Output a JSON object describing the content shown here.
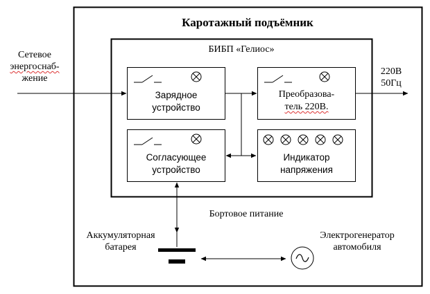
{
  "title": "Каротажный подъёмник",
  "bibp_label": "БИБП «Гелиос»",
  "input": {
    "line1": "Сетевое",
    "line2": "энергоснаб-",
    "line3": "жение"
  },
  "output": {
    "line1": "220В",
    "line2": "50Гц"
  },
  "blocks": {
    "charger": {
      "line1": "Зарядное",
      "line2": "устройство"
    },
    "converter": {
      "line1": "Преобразова-",
      "line2": "тель 220В."
    },
    "matching": {
      "line1": "Согласующее",
      "line2": "устройство"
    },
    "indicator": {
      "line1": "Индикатор",
      "line2": "напряжения"
    }
  },
  "onboard_power": "Бортовое питание",
  "battery": {
    "line1": "Аккумуляторная",
    "line2": "батарея"
  },
  "generator": {
    "line1": "Электрогенератор",
    "line2": "автомобиля"
  },
  "icons": [
    "switch-icon",
    "lamp-icon",
    "battery-icon",
    "ac-generator-icon"
  ]
}
